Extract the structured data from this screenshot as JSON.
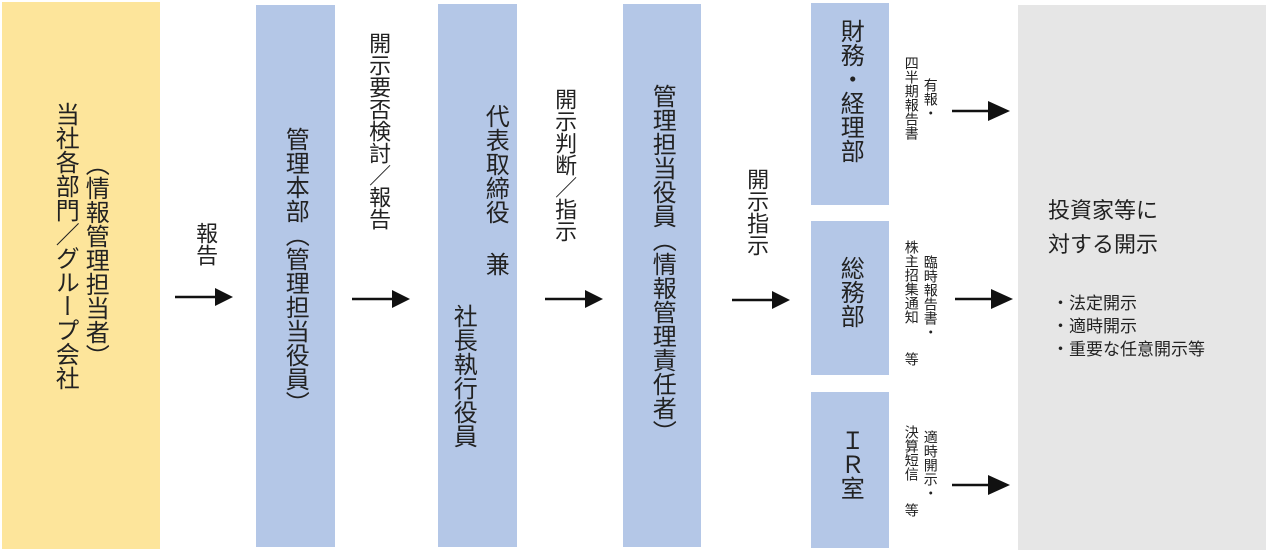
{
  "colors": {
    "yellow_box": "#fde59b",
    "blue_box": "#b4c7e7",
    "gray_box": "#e6e6e6",
    "arrow": "#111111"
  },
  "boxes": {
    "departments": {
      "main": "当社各部門／グループ会社",
      "sub": "（情報管理担当者）"
    },
    "admin_hq": {
      "main": "管理本部",
      "sub": "（管理担当役員）"
    },
    "ceo": {
      "line1": "代表取締役 兼",
      "line2": "社長執行役員"
    },
    "manager": {
      "main": "管理担当役員",
      "sub": "（情報管理責任者）"
    },
    "finance": "財務・経理部",
    "general_affairs": "総務部",
    "ir": "ＩＲ室",
    "investor": {
      "line1": "投資家等に",
      "line2": "対する開示",
      "bullets": [
        "法定開示",
        "適時開示",
        "重要な任意開示等"
      ]
    }
  },
  "flows": {
    "report": "報告",
    "disclosure_review": "開示要否検討／報告",
    "disclosure_judgment": "開示判断／指示",
    "disclosure_instruction": "開示指示"
  },
  "outputs": {
    "finance": {
      "col1": "有報・",
      "col2": "四半期報告書"
    },
    "general_affairs": {
      "col1": "臨時報告書・",
      "col2": "株主招集通知",
      "suffix": "等"
    },
    "ir": {
      "col1": "適時開示・",
      "col2": "決算短信",
      "suffix": "等"
    }
  }
}
